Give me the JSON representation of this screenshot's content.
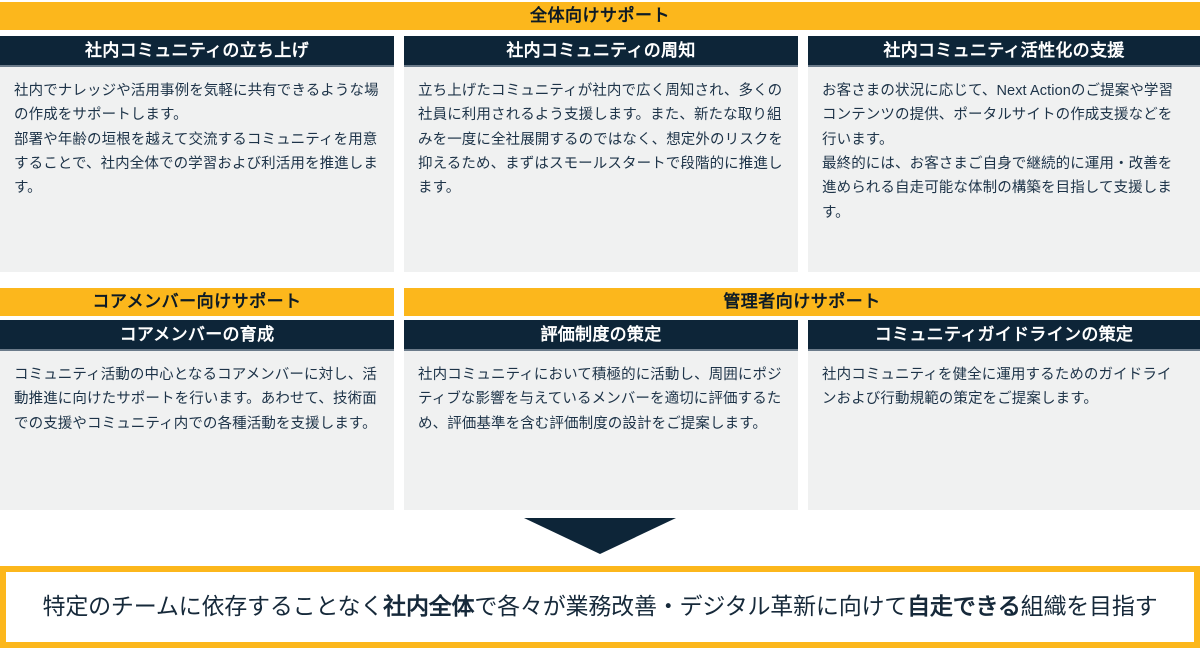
{
  "banners": {
    "all": "全体向けサポート",
    "core": "コアメンバー向けサポート",
    "admin": "管理者向けサポート"
  },
  "cards": [
    {
      "title": "社内コミュニティの立ち上げ",
      "body": "社内でナレッジや活用事例を気軽に共有できるような場の作成をサポートします。\n部署や年齢の垣根を越えて交流するコミュニティを用意することで、社内全体での学習および利活用を推進します。"
    },
    {
      "title": "社内コミュニティの周知",
      "body": "立ち上げたコミュニティが社内で広く周知され、多くの社員に利用されるよう支援します。また、新たな取り組みを一度に全社展開するのではなく、想定外のリスクを抑えるため、まずはスモールスタートで段階的に推進します。"
    },
    {
      "title": "社内コミュニティ活性化の支援",
      "body": "お客さまの状況に応じて、Next Actionのご提案や学習コンテンツの提供、ポータルサイトの作成支援などを行います。\n最終的には、お客さまご自身で継続的に運用・改善を進められる自走可能な体制の構築を目指して支援します。"
    },
    {
      "title": "コアメンバーの育成",
      "body": "コミュニティ活動の中心となるコアメンバーに対し、活動推進に向けたサポートを行います。あわせて、技術面での支援やコミュニティ内での各種活動を支援します。"
    },
    {
      "title": "評価制度の策定",
      "body": "社内コミュニティにおいて積極的に活動し、周囲にポジティブな影響を与えているメンバーを適切に評価するため、評価基準を含む評価制度の設計をご提案します。"
    },
    {
      "title": "コミュニティガイドラインの策定",
      "body": "社内コミュニティを健全に運用するためのガイドラインおよび行動規範の策定をご提案します。"
    }
  ],
  "conclusion": {
    "part1": "特定のチームに依存することなく",
    "bold1": "社内全体",
    "part2": "で各々が業務改善・デジタル革新に向けて",
    "bold2": "自走できる",
    "part3": "組織を目指す"
  },
  "colors": {
    "accent_yellow": "#fcb71c",
    "navy": "#0d2538",
    "card_bg": "#f0f1f1",
    "text": "#16293a"
  }
}
